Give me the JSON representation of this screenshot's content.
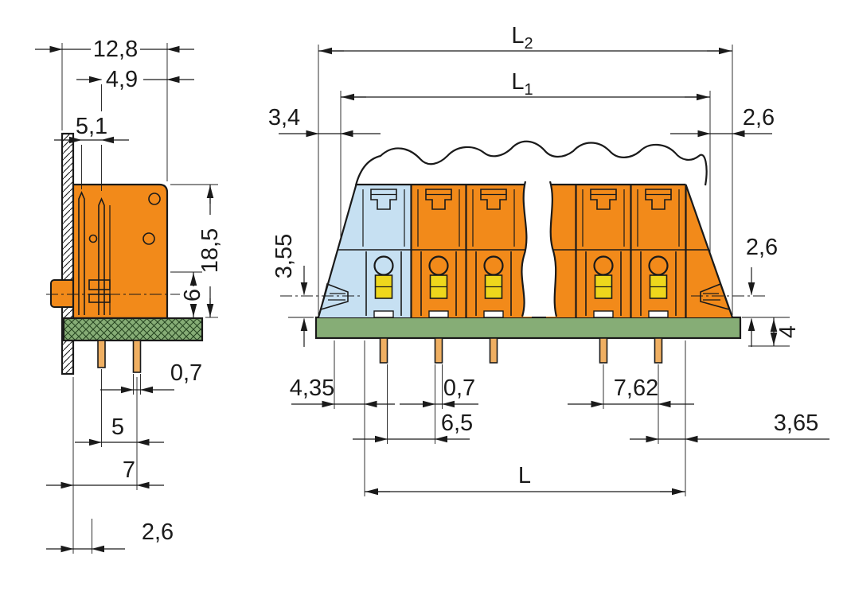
{
  "figure": {
    "colors": {
      "housing_orange": "#F28A1A",
      "end_pole_blue": "#C6E0F2",
      "clamp_yellow": "#EED71C",
      "pcb_green": "#86AD76",
      "pin_copper": "#EFAF62",
      "line_black": "#1A1A1A",
      "background": "#FFFFFF"
    },
    "side_view": {
      "dims": {
        "overall_depth": "12,8",
        "upper_depth": "4,9",
        "slot_spacing": "5,1",
        "overall_height": "18,5",
        "lower_height": "6",
        "pin_width": "0,7",
        "pin_spacing": "5",
        "pin_row_depth": "7",
        "panel_clearance": "2,6"
      }
    },
    "front_view": {
      "dims": {
        "l2_main": "L",
        "l2_sub": "2",
        "l1_main": "L",
        "l1_sub": "1",
        "end_offset_left": "3,4",
        "end_offset_right": "2,6",
        "wire_entry_height": "3,55",
        "wire_entry_height_right": "2,6",
        "pin_length_below_board": "4",
        "first_pin_offset": "4,35",
        "pin_width": "0,7",
        "pole_pitch": "7,62",
        "pin_clearance": "6,5",
        "last_pin_offset": "3,65",
        "total_length": "L"
      }
    }
  }
}
